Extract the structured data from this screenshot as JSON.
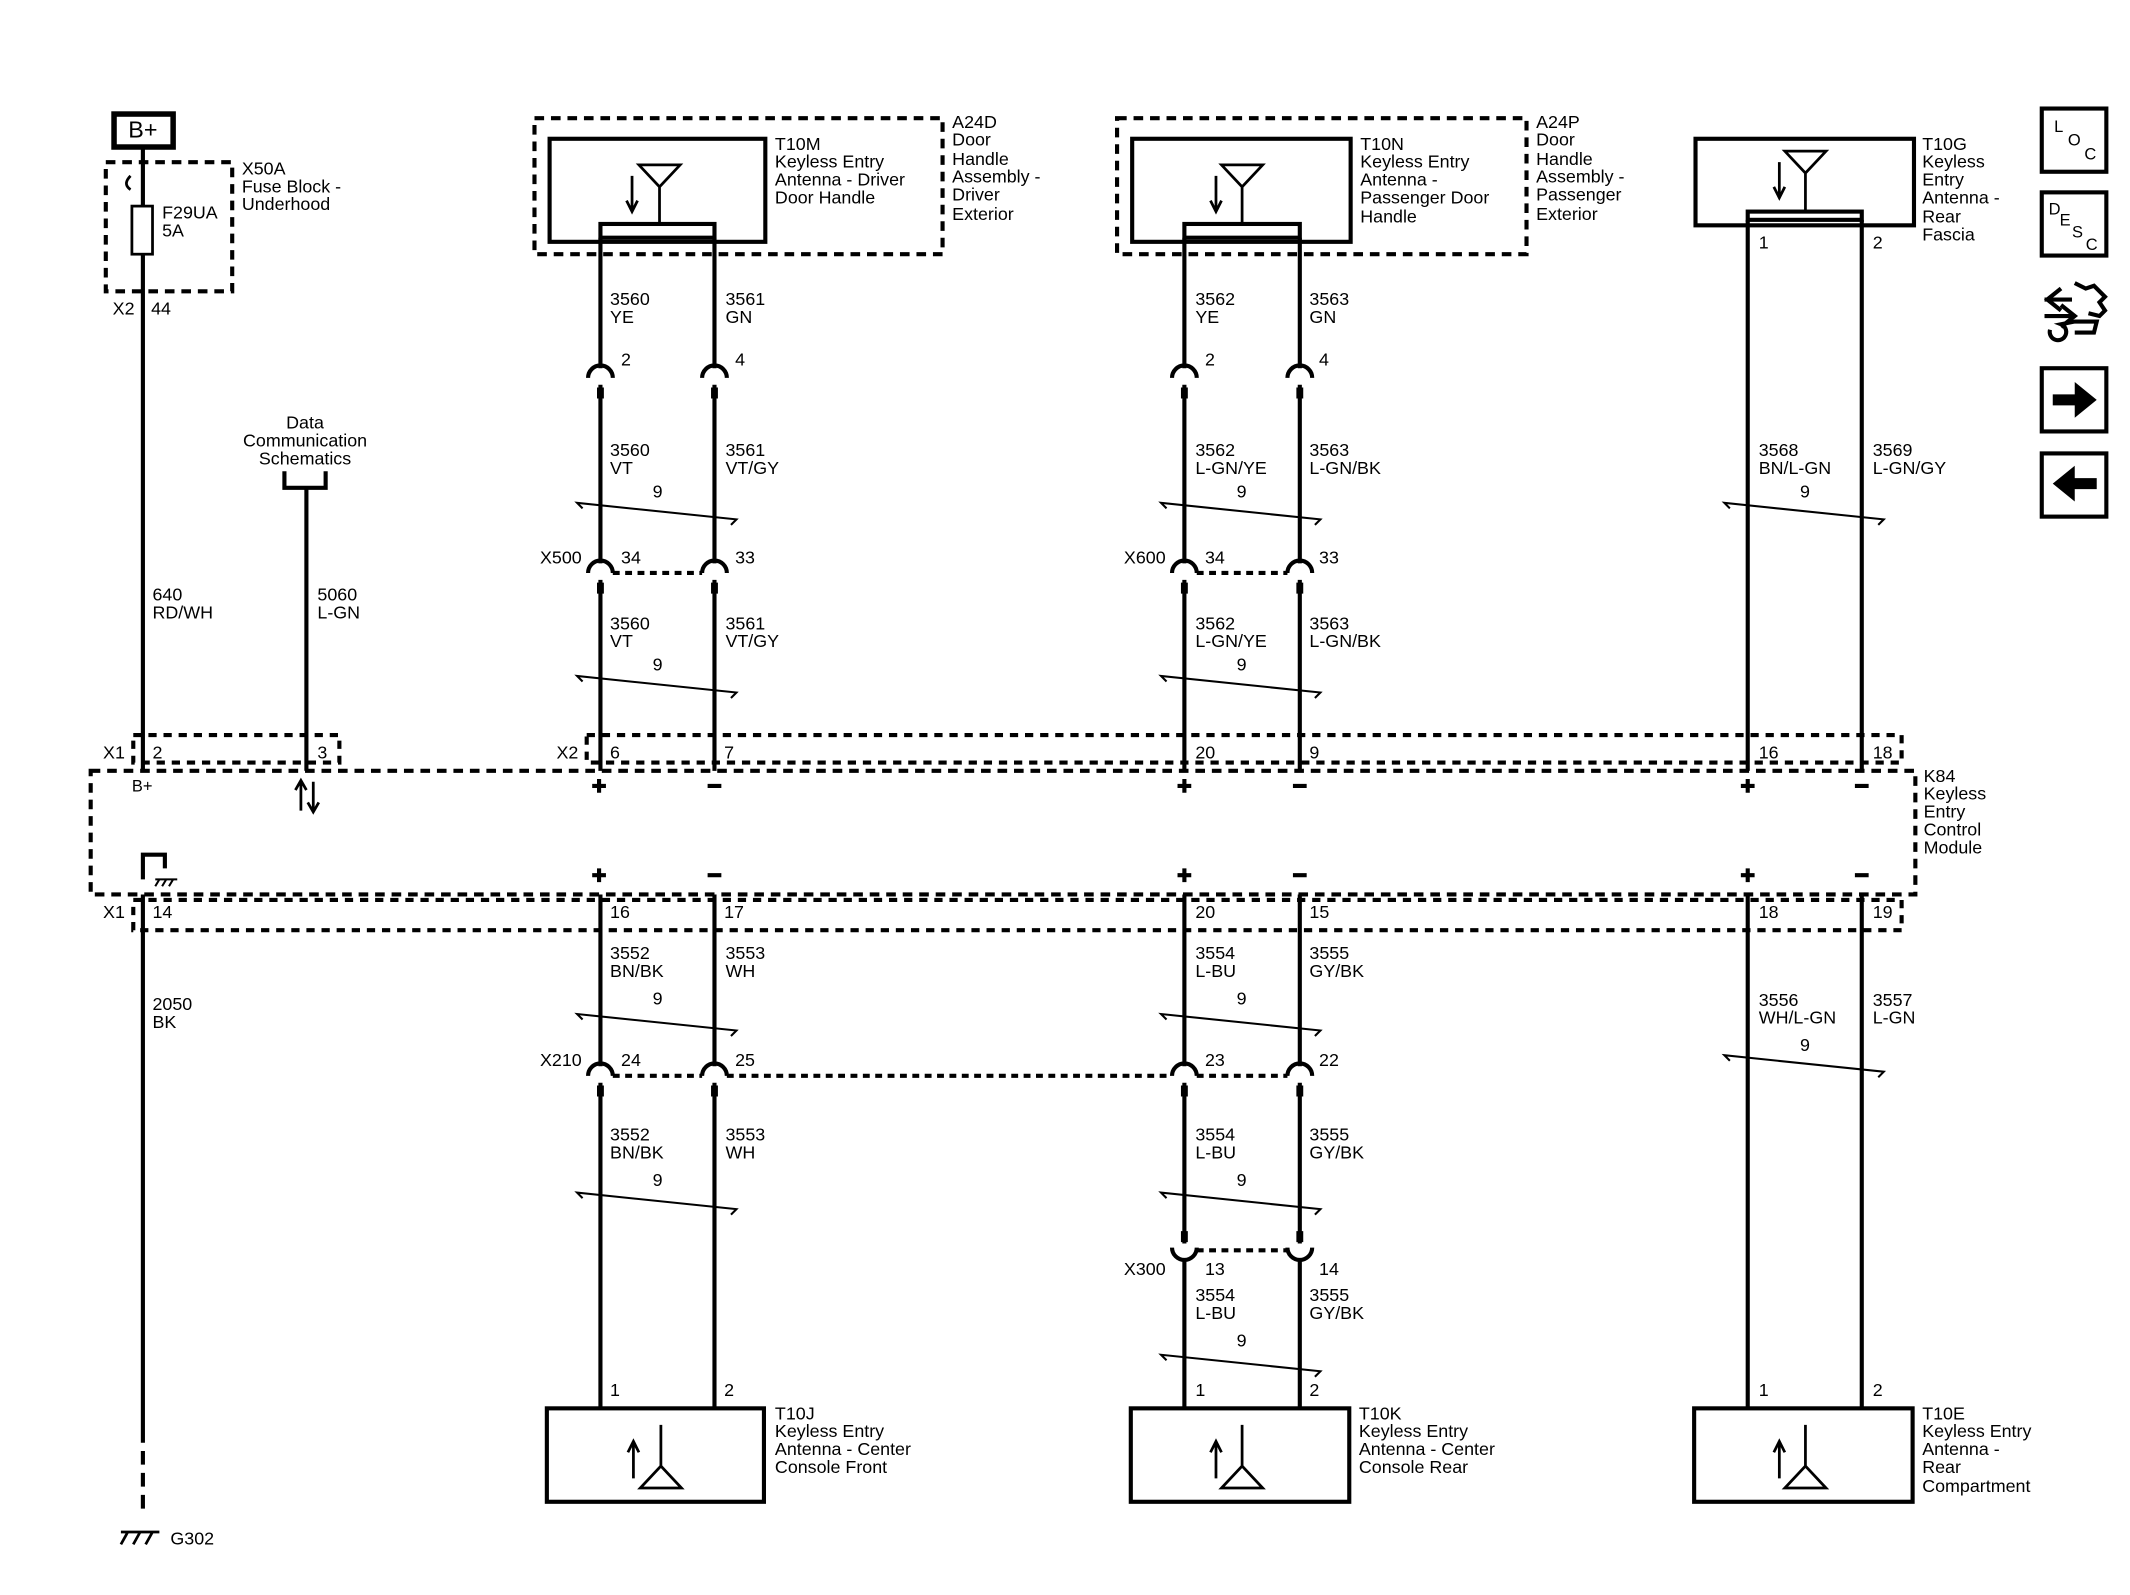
{
  "power": {
    "bplus": "B+"
  },
  "fuse_block": {
    "id": "X50A",
    "name": [
      "Fuse Block -",
      "Underhood"
    ],
    "fuse": "F29UA",
    "rating": "5A",
    "connector": "X2",
    "pin": "44"
  },
  "wire_640": {
    "circuit": "640",
    "color": "RD/WH"
  },
  "data_comm": {
    "label": [
      "Data",
      "Communication",
      "Schematics"
    ],
    "circuit": "5060",
    "color": "L-GN"
  },
  "ground": {
    "circuit": "2050",
    "color": "BK",
    "id": "G302"
  },
  "module": {
    "id": "K84",
    "name": [
      "Keyless",
      "Entry",
      "Control",
      "Module"
    ],
    "top_connectors": {
      "x1": "X1",
      "x2": "X2"
    },
    "bottom_connector": "X1",
    "pin_bplus": "2",
    "bplus_label": "B+",
    "pin_data": "3",
    "pin_ground": "14",
    "top_pins": [
      "6",
      "7",
      "20",
      "9",
      "16",
      "18"
    ],
    "bottom_pins": [
      "16",
      "17",
      "20",
      "15",
      "18",
      "19"
    ]
  },
  "antennas_top": [
    {
      "id": "T10M",
      "name": [
        "Keyless Entry",
        "Antenna - Driver",
        "Door Handle"
      ],
      "assembly_id": "A24D",
      "assembly": [
        "Door",
        "Handle",
        "Assembly -",
        "Driver",
        "Exterior"
      ]
    },
    {
      "id": "T10N",
      "name": [
        "Keyless Entry",
        "Antenna -",
        "Passenger Door",
        "Handle"
      ],
      "assembly_id": "A24P",
      "assembly": [
        "Door",
        "Handle",
        "Assembly -",
        "Passenger",
        "Exterior"
      ]
    },
    {
      "id": "T10G",
      "name": [
        "Keyless",
        "Entry",
        "Antenna -",
        "Rear",
        "Fascia"
      ],
      "pins": [
        "1",
        "2"
      ]
    }
  ],
  "antennas_bottom": [
    {
      "id": "T10J",
      "name": [
        "Keyless Entry",
        "Antenna - Center",
        "Console Front"
      ],
      "pins": [
        "1",
        "2"
      ]
    },
    {
      "id": "T10K",
      "name": [
        "Keyless Entry",
        "Antenna - Center",
        "Console Rear"
      ],
      "pins": [
        "1",
        "2"
      ]
    },
    {
      "id": "T10E",
      "name": [
        "Keyless Entry",
        "Antenna -",
        "Rear",
        "Compartment"
      ],
      "pins": [
        "1",
        "2"
      ]
    }
  ],
  "twist_label": "9",
  "inline_connectors": [
    {
      "id": "X500",
      "pins": [
        "34",
        "33"
      ]
    },
    {
      "id": "X600",
      "pins": [
        "34",
        "33"
      ]
    },
    {
      "id": "X210",
      "pins": [
        "24",
        "25",
        "23",
        "22"
      ]
    },
    {
      "id": "X300",
      "pins": [
        "13",
        "14"
      ]
    }
  ],
  "upper_head_pins": [
    [
      "2",
      "4"
    ],
    [
      "2",
      "4"
    ]
  ],
  "wires": {
    "driver": [
      {
        "a": {
          "circuit": "3560",
          "color": "YE"
        },
        "b": {
          "circuit": "3561",
          "color": "GN"
        }
      },
      {
        "a": {
          "circuit": "3560",
          "color": "VT"
        },
        "b": {
          "circuit": "3561",
          "color": "VT/GY"
        }
      },
      {
        "a": {
          "circuit": "3560",
          "color": "VT"
        },
        "b": {
          "circuit": "3561",
          "color": "VT/GY"
        }
      }
    ],
    "passenger": [
      {
        "a": {
          "circuit": "3562",
          "color": "YE"
        },
        "b": {
          "circuit": "3563",
          "color": "GN"
        }
      },
      {
        "a": {
          "circuit": "3562",
          "color": "L-GN/YE"
        },
        "b": {
          "circuit": "3563",
          "color": "L-GN/BK"
        }
      },
      {
        "a": {
          "circuit": "3562",
          "color": "L-GN/YE"
        },
        "b": {
          "circuit": "3563",
          "color": "L-GN/BK"
        }
      }
    ],
    "rear_fascia": {
      "a": {
        "circuit": "3568",
        "color": "BN/L-GN"
      },
      "b": {
        "circuit": "3569",
        "color": "L-GN/GY"
      }
    },
    "console_front": [
      {
        "a": {
          "circuit": "3552",
          "color": "BN/BK"
        },
        "b": {
          "circuit": "3553",
          "color": "WH"
        }
      },
      {
        "a": {
          "circuit": "3552",
          "color": "BN/BK"
        },
        "b": {
          "circuit": "3553",
          "color": "WH"
        }
      }
    ],
    "console_rear": [
      {
        "a": {
          "circuit": "3554",
          "color": "L-BU"
        },
        "b": {
          "circuit": "3555",
          "color": "GY/BK"
        }
      },
      {
        "a": {
          "circuit": "3554",
          "color": "L-BU"
        },
        "b": {
          "circuit": "3555",
          "color": "GY/BK"
        }
      },
      {
        "a": {
          "circuit": "3554",
          "color": "L-BU"
        },
        "b": {
          "circuit": "3555",
          "color": "GY/BK"
        }
      }
    ],
    "rear_compartment": {
      "a": {
        "circuit": "3556",
        "color": "WH/L-GN"
      },
      "b": {
        "circuit": "3557",
        "color": "L-GN"
      }
    }
  },
  "nav": {
    "loc": [
      "L",
      "O",
      "C"
    ],
    "desc": [
      "D",
      "E",
      "S",
      "C"
    ],
    "icons": [
      "connector-diagnostics-icon",
      "next-page-icon",
      "previous-page-icon"
    ]
  }
}
